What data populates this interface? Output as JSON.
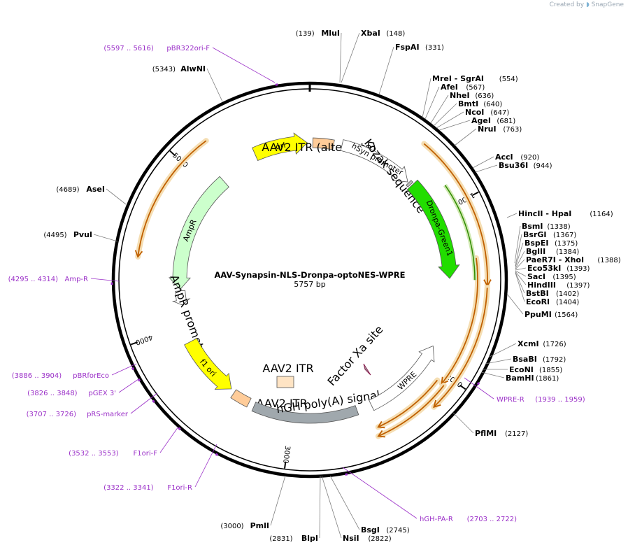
{
  "watermark": {
    "prefix": "Created by",
    "brand": "SnapGene"
  },
  "plasmid": {
    "name": "AAV-Synapsin-NLS-Dronpa-optoNES-WPRE",
    "length_label": "5757 bp",
    "length": 5757
  },
  "ticks": [
    "1000",
    "2000",
    "3000",
    "4000",
    "5000"
  ],
  "colors": {
    "ori": "#ffff00",
    "itr": "#ffcc99",
    "itr_alt": "#ffe4c4",
    "dronpa": "#22dd00",
    "ampr": "#ccffcc",
    "polyA": "#a0a8ad",
    "promoter": "#ffffff",
    "orf": "#f5deb3",
    "orf_arrow": "#c06000",
    "primer": "#9b30c8",
    "gray": "#808080"
  },
  "features": [
    {
      "label": "ori"
    },
    {
      "label": "AAV2 ITR (alternate)"
    },
    {
      "label": "hSyn promoter"
    },
    {
      "label": "Kozak sequence"
    },
    {
      "label": "Dronpa-Green1"
    },
    {
      "label": "AmpR"
    },
    {
      "label": "AmpR promoter"
    },
    {
      "label": "f1 ori"
    },
    {
      "label": "AAV2 ITR"
    },
    {
      "label": "AAV2 ITR"
    },
    {
      "label": "hGH poly(A) signal"
    },
    {
      "label": "WPRE"
    },
    {
      "label": "Factor Xa site"
    }
  ],
  "sites": [
    {
      "name": "MluI",
      "pos": "(139)"
    },
    {
      "name": "XbaI",
      "pos": "(148)"
    },
    {
      "name": "FspAI",
      "pos": "(331)"
    },
    {
      "name": "MreI",
      "name2": "SgrAI",
      "pos": "(554)"
    },
    {
      "name": "AfeI",
      "pos": "(567)"
    },
    {
      "name": "NheI",
      "pos": "(636)"
    },
    {
      "name": "BmtI",
      "pos": "(640)"
    },
    {
      "name": "NcoI",
      "pos": "(647)"
    },
    {
      "name": "AgeI",
      "pos": "(681)"
    },
    {
      "name": "NruI",
      "pos": "(763)"
    },
    {
      "name": "AccI",
      "pos": "(920)"
    },
    {
      "name": "Bsu36I",
      "pos": "(944)"
    },
    {
      "name": "HincII",
      "name2": "HpaI",
      "pos": "(1164)"
    },
    {
      "name": "BsmI",
      "pos": "(1338)"
    },
    {
      "name": "BsrGI",
      "pos": "(1367)"
    },
    {
      "name": "BspEI",
      "pos": "(1375)"
    },
    {
      "name": "BglII",
      "pos": "(1384)"
    },
    {
      "name": "PaeR7I",
      "name2": "XhoI",
      "pos": "(1388)"
    },
    {
      "name": "Eco53kI",
      "pos": "(1393)"
    },
    {
      "name": "SacI",
      "pos": "(1395)"
    },
    {
      "name": "HindIII",
      "pos": "(1397)"
    },
    {
      "name": "BstBI",
      "pos": "(1402)"
    },
    {
      "name": "EcoRI",
      "pos": "(1404)"
    },
    {
      "name": "PpuMI",
      "pos": "(1564)"
    },
    {
      "name": "XcmI",
      "pos": "(1726)"
    },
    {
      "name": "BsaBI",
      "pos": "(1792)"
    },
    {
      "name": "EcoNI",
      "pos": "(1855)"
    },
    {
      "name": "BamHI",
      "pos": "(1861)"
    },
    {
      "name": "PflMI",
      "pos": "(2127)"
    },
    {
      "name": "BsgI",
      "pos": "(2745)"
    },
    {
      "name": "NsiI",
      "pos": "(2822)"
    },
    {
      "name": "BlpI",
      "pos": "(2831)"
    },
    {
      "name": "PmlI",
      "pos": "(3000)"
    },
    {
      "name": "PvuI",
      "pos": "(4495)"
    },
    {
      "name": "AseI",
      "pos": "(4689)"
    },
    {
      "name": "AlwNI",
      "pos": "(5343)"
    }
  ],
  "primers": [
    {
      "name": "pBR322ori-F",
      "range": "(5597 .. 5616)"
    },
    {
      "name": "Amp-R",
      "range": "(4295 .. 4314)"
    },
    {
      "name": "pBRforEco",
      "range": "(3886 .. 3904)"
    },
    {
      "name": "pGEX 3'",
      "range": "(3826 .. 3848)"
    },
    {
      "name": "pRS-marker",
      "range": "(3707 .. 3726)"
    },
    {
      "name": "F1ori-F",
      "range": "(3532 .. 3553)"
    },
    {
      "name": "F1ori-R",
      "range": "(3322 .. 3341)"
    },
    {
      "name": "hGH-PA-R",
      "range": "(2703 .. 2722)"
    },
    {
      "name": "WPRE-R",
      "range": "(1939 .. 1959)"
    }
  ]
}
